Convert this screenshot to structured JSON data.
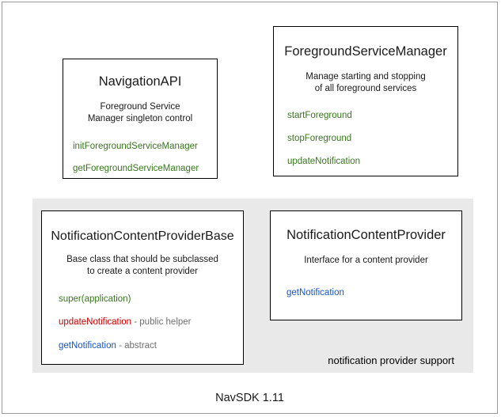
{
  "diagram": {
    "footer_label": "NavSDK 1.11",
    "group": {
      "label": "notification provider support",
      "background": "#e9e9e9"
    },
    "colors": {
      "method_green": "#38761d",
      "method_red": "#cc0000",
      "method_blue": "#1155cc",
      "note_gray": "#6f6f6f",
      "box_border": "#000000",
      "frame_border": "#999a9b"
    },
    "boxes": [
      {
        "title": "NavigationAPI",
        "description_lines": [
          "Foreground Service",
          "Manager singleton control"
        ],
        "members": [
          {
            "name": "initForegroundServiceManager",
            "color": "green",
            "note": ""
          },
          {
            "name": "getForegroundServiceManager",
            "color": "green",
            "note": ""
          }
        ]
      },
      {
        "title": "ForegroundServiceManager",
        "description_lines": [
          "Manage starting and stopping",
          "of all foreground services"
        ],
        "members": [
          {
            "name": "startForeground",
            "color": "green",
            "note": ""
          },
          {
            "name": "stopForeground",
            "color": "green",
            "note": ""
          },
          {
            "name": "updateNotification",
            "color": "green",
            "note": ""
          }
        ]
      },
      {
        "title": "NotificationContentProviderBase",
        "description_lines": [
          "Base class that should be subclassed",
          "to create a content provider"
        ],
        "members": [
          {
            "name": "super(application)",
            "color": "green",
            "note": ""
          },
          {
            "name": "updateNotification",
            "color": "red",
            "note": " - public helper"
          },
          {
            "name": "getNotification",
            "color": "blue",
            "note": " - abstract"
          }
        ]
      },
      {
        "title": "NotificationContentProvider",
        "description_lines": [
          "Interface for a content provider"
        ],
        "members": [
          {
            "name": "getNotification",
            "color": "blue",
            "note": ""
          }
        ]
      }
    ]
  }
}
